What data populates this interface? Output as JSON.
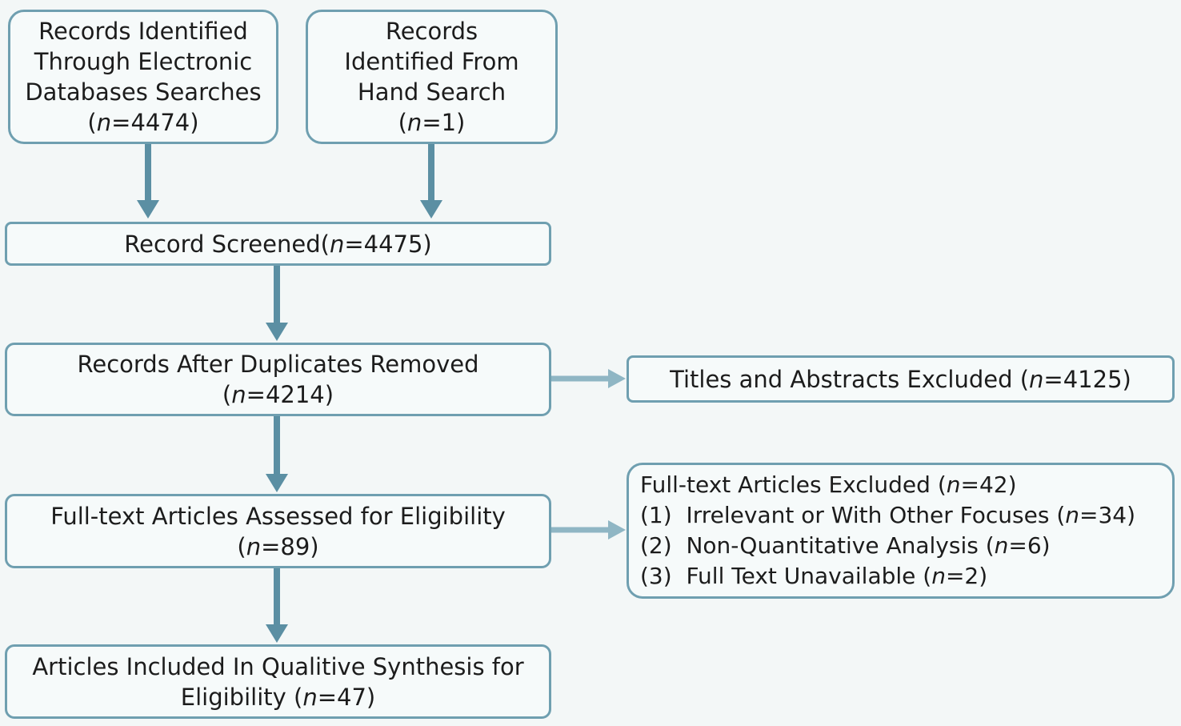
{
  "boxes": {
    "electronic": {
      "lines": [
        "Records Identified",
        "Through Electronic",
        "Databases Searches"
      ],
      "count_prefix": "(",
      "count_var": "n",
      "count_rest": "=4474)"
    },
    "hand": {
      "lines": [
        "Records",
        "Identified From",
        "Hand Search"
      ],
      "count_prefix": "(",
      "count_var": "n",
      "count_rest": "=1)"
    },
    "screened": {
      "prefix": "Record Screened(",
      "var": "n",
      "rest": "=4475)"
    },
    "duplicates": {
      "line1": "Records After Duplicates Removed",
      "count_prefix": "(",
      "count_var": "n",
      "count_rest": "=4214)"
    },
    "titles_excluded": {
      "prefix": "Titles and Abstracts Excluded (",
      "var": "n",
      "rest": "=4125)"
    },
    "fulltext_assessed": {
      "line1": "Full-text Articles Assessed for Eligibility",
      "count_prefix": "(",
      "count_var": "n",
      "count_rest": "=89)"
    },
    "fulltext_excluded": {
      "head": {
        "prefix": "Full-text Articles Excluded (",
        "var": "n",
        "rest": "=42)"
      },
      "items": [
        {
          "prefix": "(1)  Irrelevant or With Other Focuses (",
          "var": "n",
          "rest": "=34)"
        },
        {
          "prefix": "(2)  Non-Quantitative Analysis (",
          "var": "n",
          "rest": "=6)"
        },
        {
          "prefix": "(3)  Full Text Unavailable (",
          "var": "n",
          "rest": "=2)"
        }
      ]
    },
    "included": {
      "line1": "Articles Included In Qualitive Synthesis for",
      "line2_prefix": "Eligibility (",
      "line2_var": "n",
      "line2_rest": "=47)"
    }
  },
  "colors": {
    "border": "#6f9fb0",
    "arrow_down": "#5b8fa3",
    "arrow_right": "#8fb6c4",
    "background": "#f3f7f7"
  }
}
